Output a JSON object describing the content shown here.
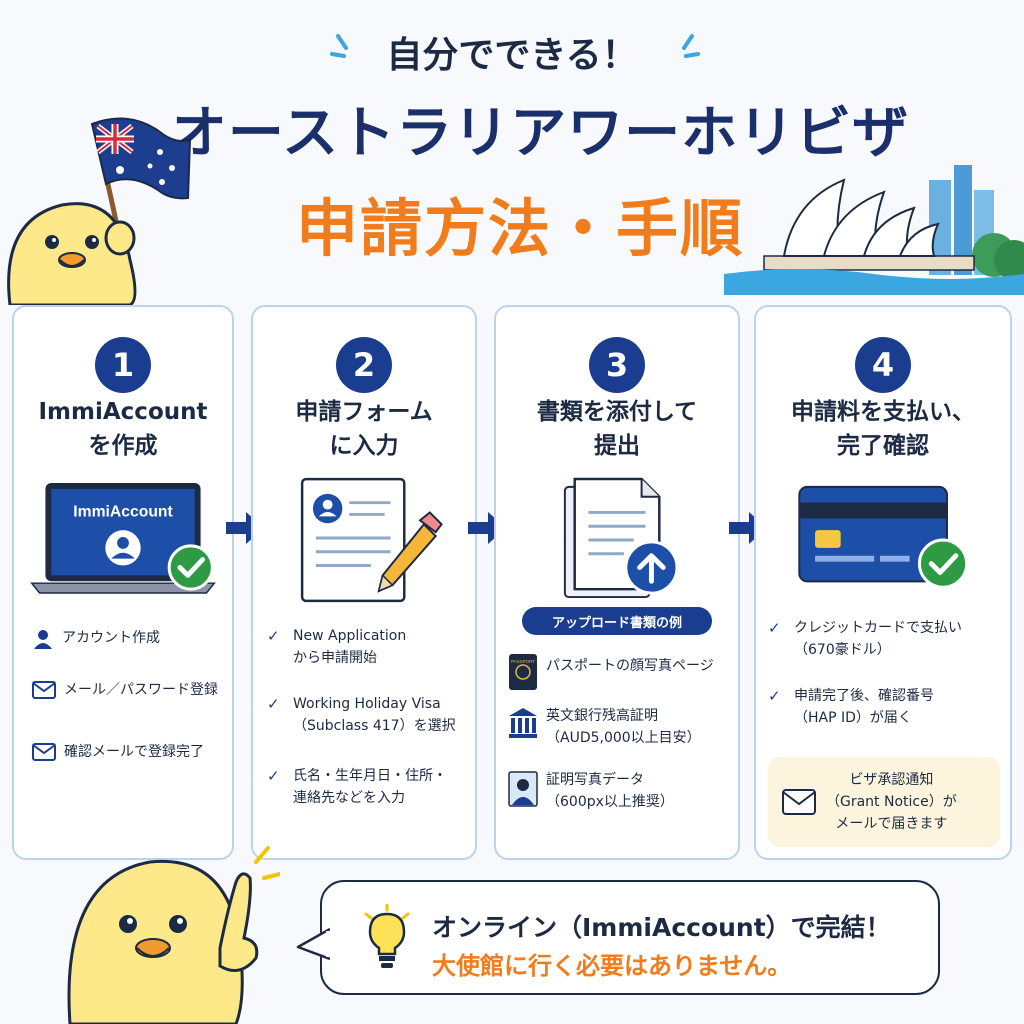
{
  "header": {
    "subtitle": "自分でできる！",
    "title": "オーストラリアワーホリビザ",
    "title_sub": "申請方法・手順"
  },
  "steps": [
    {
      "number": "1",
      "title_lines": [
        "ImmiAccount",
        "を作成"
      ],
      "screen_label": "ImmiAccount",
      "items": [
        {
          "icon": "user-icon",
          "lines": [
            "アカウント作成"
          ]
        },
        {
          "icon": "mail-icon",
          "lines": [
            "メール／パスワード登録"
          ]
        },
        {
          "icon": "mail-icon",
          "lines": [
            "確認メールで登録完了"
          ]
        }
      ]
    },
    {
      "number": "2",
      "title_lines": [
        "申請フォーム",
        "に入力"
      ],
      "items": [
        {
          "icon": "check-icon",
          "lines": [
            "New Application",
            "から申請開始"
          ]
        },
        {
          "icon": "check-icon",
          "lines": [
            "Working Holiday Visa",
            "（Subclass 417）を選択"
          ]
        },
        {
          "icon": "check-icon",
          "lines": [
            "氏名・生年月日・住所・",
            "連絡先などを入力"
          ]
        }
      ]
    },
    {
      "number": "3",
      "title_lines": [
        "書類を添付して",
        "提出"
      ],
      "upload_label": "アップロード書類の例",
      "passport_text": "PASSPORT",
      "items": [
        {
          "icon": "passport-icon",
          "lines": [
            "パスポートの顔写真ページ"
          ]
        },
        {
          "icon": "bank-icon",
          "lines": [
            "英文銀行残高証明",
            "（AUD5,000以上目安）"
          ]
        },
        {
          "icon": "photo-icon",
          "lines": [
            "証明写真データ",
            "（600px以上推奨）"
          ]
        }
      ]
    },
    {
      "number": "4",
      "title_lines": [
        "申請料を支払い、",
        "完了確認"
      ],
      "items": [
        {
          "icon": "check-icon",
          "lines": [
            "クレジットカードで支払い",
            "（670豪ドル）"
          ]
        },
        {
          "icon": "check-icon",
          "lines": [
            "申請完了後、確認番号",
            "（HAP ID）が届く"
          ]
        }
      ],
      "notice_lines": [
        "ビザ承認通知",
        "（Grant Notice）が",
        "メールで届きます"
      ]
    }
  ],
  "check_glyph": "✓",
  "bubble": {
    "line1": "オンライン（ImmiAccount）で完結！",
    "line2": "大使館に行く必要はありません。"
  },
  "colors": {
    "navy": "#1b3d8f",
    "title_navy": "#1b2f6b",
    "orange": "#f07c1b",
    "card_border": "#bcd3ee",
    "check_green": "#2e9a44",
    "notice_bg": "#fdf4dd"
  }
}
